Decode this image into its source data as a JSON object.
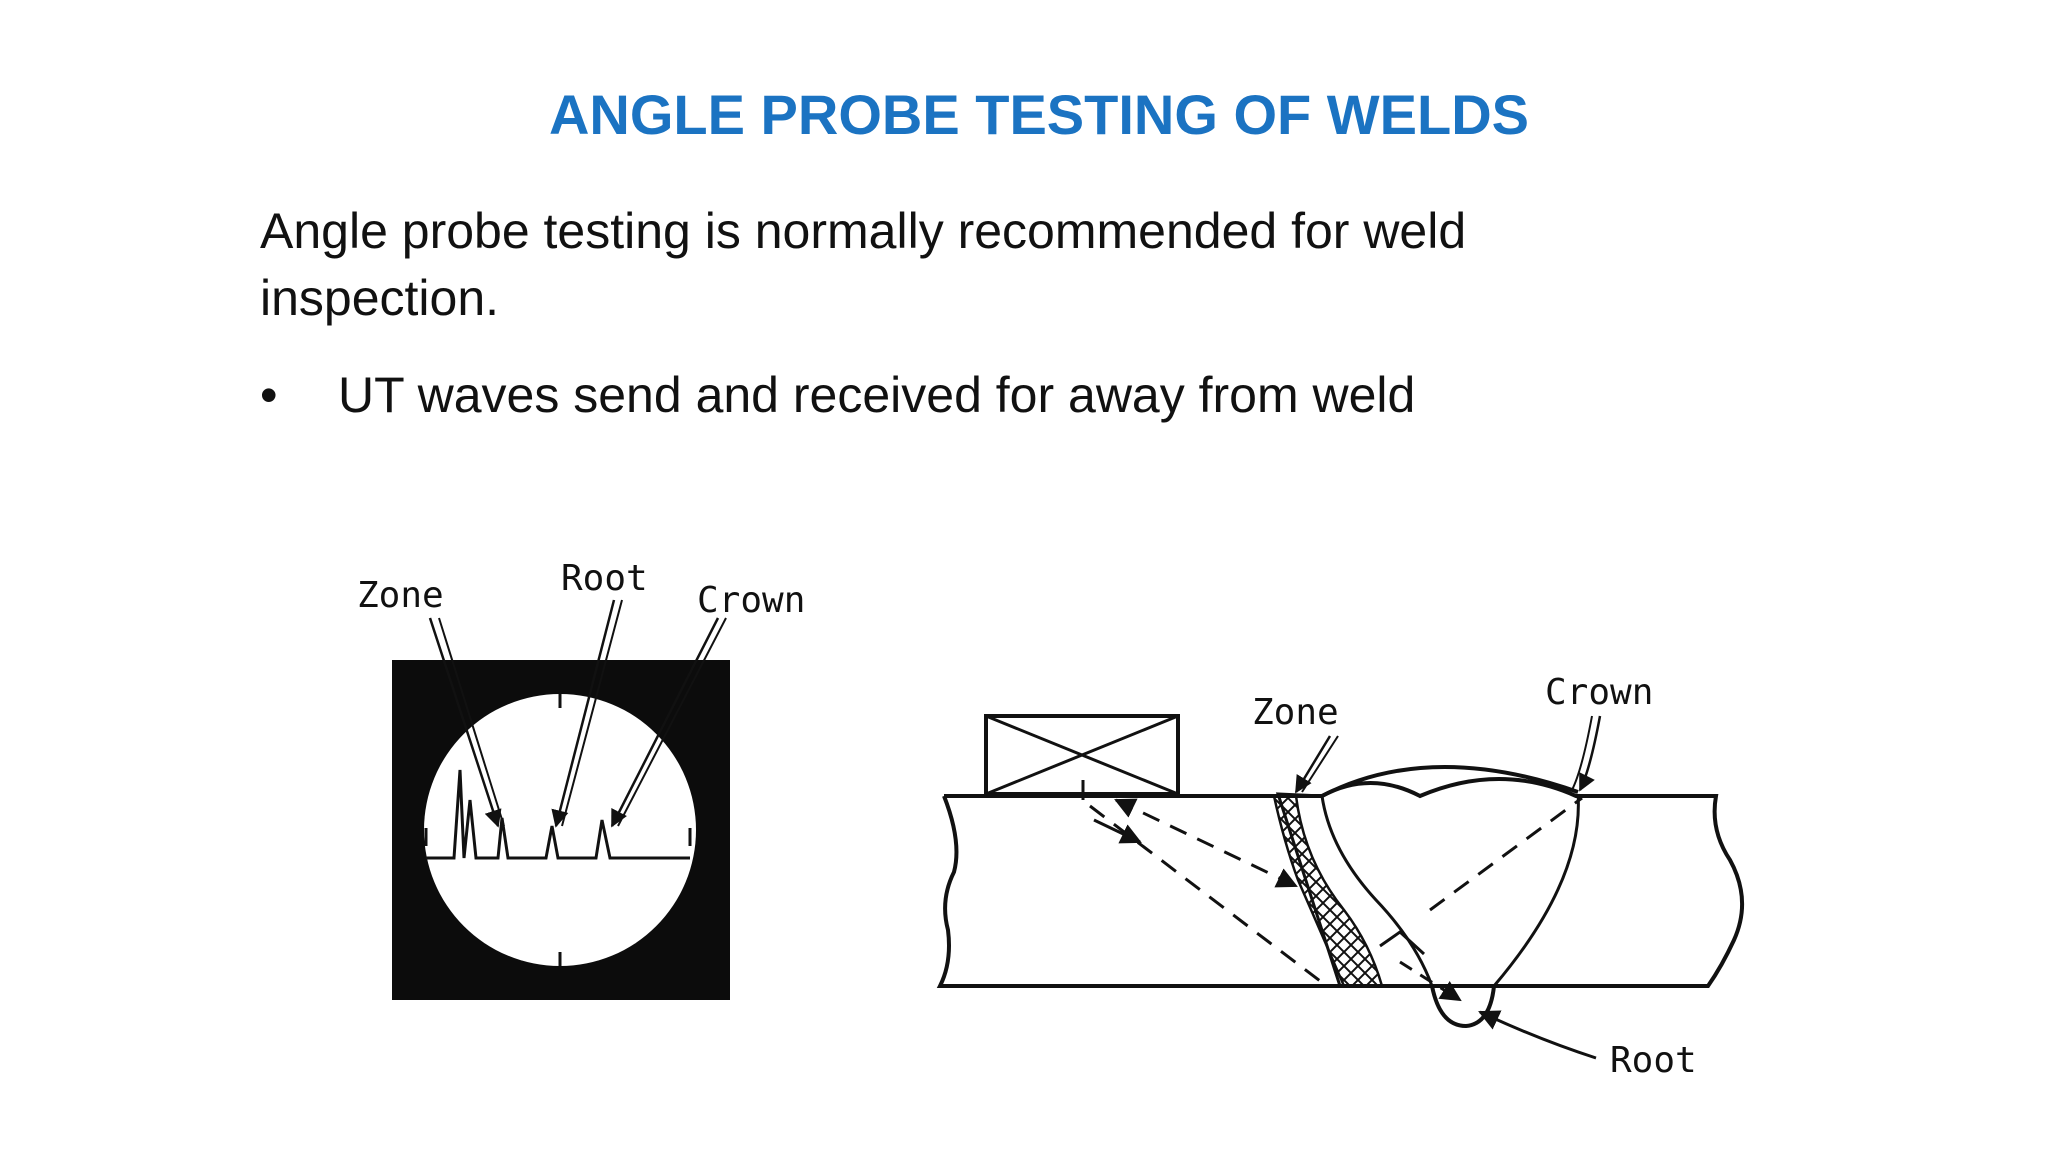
{
  "slide": {
    "title": "ANGLE PROBE TESTING OF WELDS",
    "paragraph": "Angle probe testing is normally recommended for weld inspection.",
    "bullets": [
      {
        "marker": "•",
        "text": "UT waves send and received for away from weld"
      }
    ]
  },
  "figure_screen": {
    "labels": {
      "zone": "Zone",
      "root": "Root",
      "crown": "Crown"
    }
  },
  "figure_weld": {
    "labels": {
      "zone": "Zone",
      "crown": "Crown",
      "root": "Root"
    }
  }
}
